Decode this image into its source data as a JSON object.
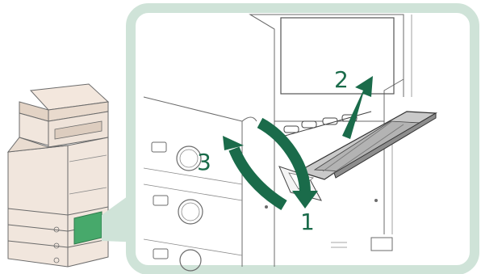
{
  "colors": {
    "accent": "#1a6b4a",
    "frame": "#cfe3d8",
    "machine_body": "#f1e6dd",
    "machine_outline": "#6b6b6b",
    "highlight": "#47a96b",
    "line": "#555555"
  },
  "steps": [
    {
      "number": "1",
      "action": "lower-panel-down"
    },
    {
      "number": "2",
      "action": "lift-tray-up"
    },
    {
      "number": "3",
      "action": "close-panel"
    }
  ]
}
